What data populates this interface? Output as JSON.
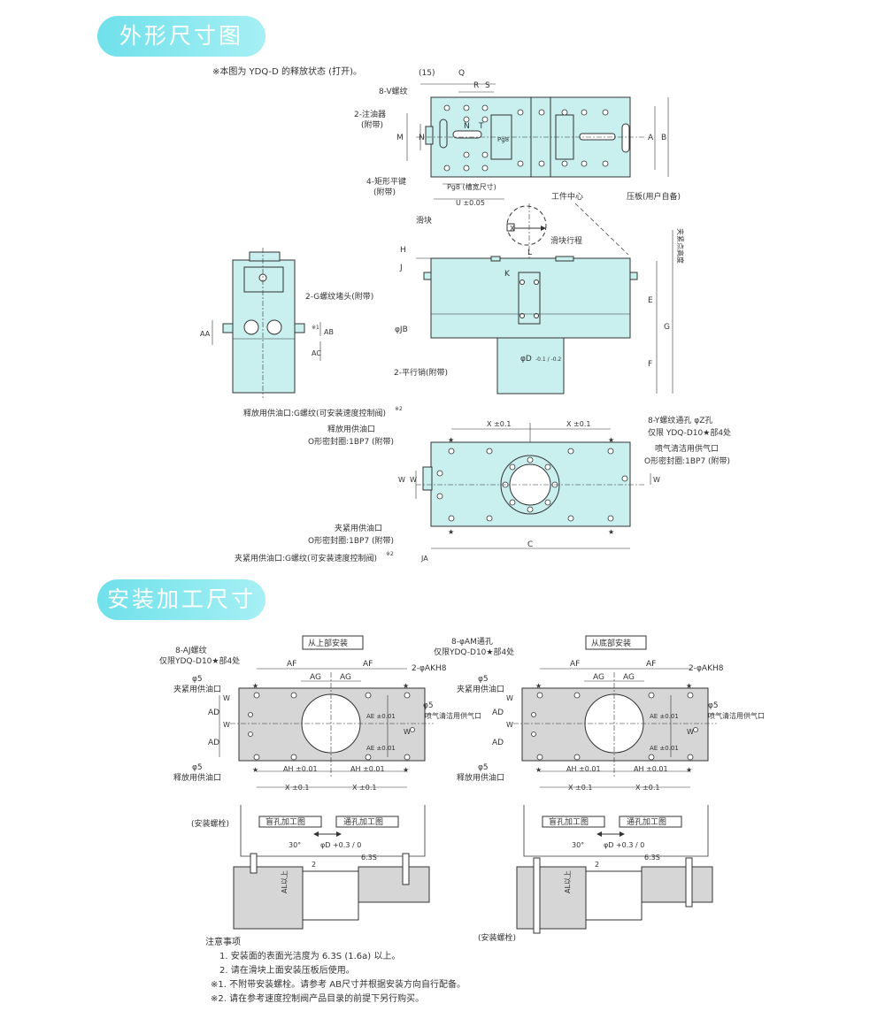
{
  "sections": {
    "outline_title": "外形尺寸图",
    "mounting_title": "安装加工尺寸图"
  },
  "top_note": "※本图为 YDQ-D 的释放状态 (打开)。",
  "top_view": {
    "dim_15": "(15)",
    "dim_Q": "Q",
    "dim_R": "R",
    "dim_S": "S",
    "label_8V": "8-V螺纹",
    "label_grease": "2-注油器",
    "label_grease_sub": "(附带)",
    "label_key": "4-矩形平键",
    "label_key_sub": "(附带)",
    "dim_M": "M",
    "dim_N": "N",
    "dim_N2": "N",
    "dim_T": "T",
    "dim_Pg8": "Pg8",
    "dim_A": "A",
    "dim_B": "B",
    "dim_Pg8_bottom": "Pg8 (槽宽尺寸)",
    "dim_U": "U ±0.05"
  },
  "front_view": {
    "label_workcenter": "工件中心",
    "label_platen": "压板(用户自备)",
    "label_slider": "滑块",
    "label_stroke": "滑块行程",
    "label_clamp_height": "夹紧点高度",
    "dim_X": "X",
    "dim_H": "H",
    "dim_J": "J",
    "dim_L": "L",
    "dim_K": "K",
    "dim_E": "E",
    "dim_G": "G",
    "dim_F": "F",
    "dim_JB": "φJB",
    "dim_D": "φD",
    "dim_D_tol": "-0.1 / -0.2",
    "label_pin": "2-平行销(附带)"
  },
  "side_view": {
    "label_plug": "2-G螺纹堵头(附带)",
    "dim_AA": "AA",
    "dim_AB": "AB",
    "dim_AB_note": "※1",
    "dim_AC": "AC"
  },
  "bottom_view": {
    "label_release_g": "释放用供油口:G螺纹(可安装速度控制阀)",
    "label_release_g_note": "※2",
    "label_release_port": "释放用供油口",
    "label_release_oring": "O形密封圈:1BP7 (附带)",
    "label_8Y": "8-Y螺纹通孔   φZ孔",
    "label_8Y_sub": "仅限 YDQ-D10★部4处",
    "label_air": "喷气清洁用供气口",
    "label_air_oring": "O形密封圈:1BP7 (附带)",
    "label_clamp_port": "夹紧用供油口",
    "label_clamp_oring": "O形密封圈:1BP7 (附带)",
    "label_clamp_g": "夹紧用供油口:G螺纹(可安装速度控制阀)",
    "label_clamp_g_note": "※2",
    "dim_X1": "X ±0.1",
    "dim_X2": "X ±0.1",
    "dim_W": "W",
    "dim_W2": "W",
    "dim_W3": "W",
    "dim_C": "C",
    "dim_JA": "JA"
  },
  "mount_left": {
    "title": "从上部安装",
    "label_thread": "8-AJ螺纹",
    "label_thread_sub": "仅限YDQ-D10★部4处",
    "label_ak": "2-φAKH8",
    "label_phi5_a": "φ5",
    "label_clamp": "夹紧用供油口",
    "label_phi5_b": "φ5",
    "label_air": "喷气清洁用供气口",
    "label_phi5_c": "φ5",
    "label_release": "释放用供油口",
    "dim_AF1": "AF",
    "dim_AF2": "AF",
    "dim_AG1": "AG",
    "dim_AG2": "AG",
    "dim_AD1": "AD",
    "dim_AD2": "AD",
    "dim_W": "W",
    "dim_W2": "W",
    "dim_W3": "W",
    "dim_AE1": "AE ±0.01",
    "dim_AE2": "AE ±0.01",
    "dim_AH1": "AH ±0.01",
    "dim_AH2": "AH ±0.01",
    "dim_X1": "X ±0.1",
    "dim_X2": "X ±0.1",
    "label_bolt": "(安装螺栓)",
    "label_blind": "盲孔加工图",
    "label_through": "通孔加工图",
    "dim_30": "30°",
    "dim_D": "φD +0.3 / 0",
    "dim_2": "2",
    "dim_63S": "6.3S",
    "dim_AL": "AL以上"
  },
  "mount_right": {
    "title": "从底部安装",
    "label_thread": "8-φAM通孔",
    "label_thread_sub": "仅限YDQ-D10★部4处",
    "label_ak": "2-φAKH8",
    "label_phi5_a": "φ5",
    "label_clamp": "夹紧用供油口",
    "label_phi5_b": "φ5",
    "label_air": "喷气清洁用供气口",
    "label_phi5_c": "φ5",
    "label_release": "释放用供油口",
    "dim_AF1": "AF",
    "dim_AF2": "AF",
    "dim_AG1": "AG",
    "dim_AG2": "AG",
    "dim_AD1": "AD",
    "dim_AD2": "AD",
    "dim_W": "W",
    "dim_W2": "W",
    "dim_W3": "W",
    "dim_AE1": "AE ±0.01",
    "dim_AE2": "AE ±0.01",
    "dim_AH1": "AH ±0.01",
    "dim_AH2": "AH ±0.01",
    "dim_X1": "X ±0.1",
    "dim_X2": "X ±0.1",
    "label_bolt": "(安装螺栓)",
    "label_blind": "盲孔加工图",
    "label_through": "通孔加工图",
    "dim_30": "30°",
    "dim_D": "φD +0.3 / 0",
    "dim_2": "2",
    "dim_63S": "6.3S",
    "dim_AL": "AL以上"
  },
  "notes": {
    "heading": "注意事项",
    "n1": "1. 安装面的表面光洁度为 6.3S (1.6a) 以上。",
    "n2": "2. 请在滑块上面安装压板后使用。",
    "n3": "※1. 不附带安装螺栓。请参考 AB尺寸并根据安装方向自行配备。",
    "n4": "※2. 请在参考速度控制阀产品目录的前提下另行购买。"
  },
  "colors": {
    "body_fill": "#c9efef",
    "plate_fill": "#d6d6d6",
    "pill_start": "#6fe0ea",
    "pill_end": "#a6f0f4",
    "line": "#333333"
  }
}
